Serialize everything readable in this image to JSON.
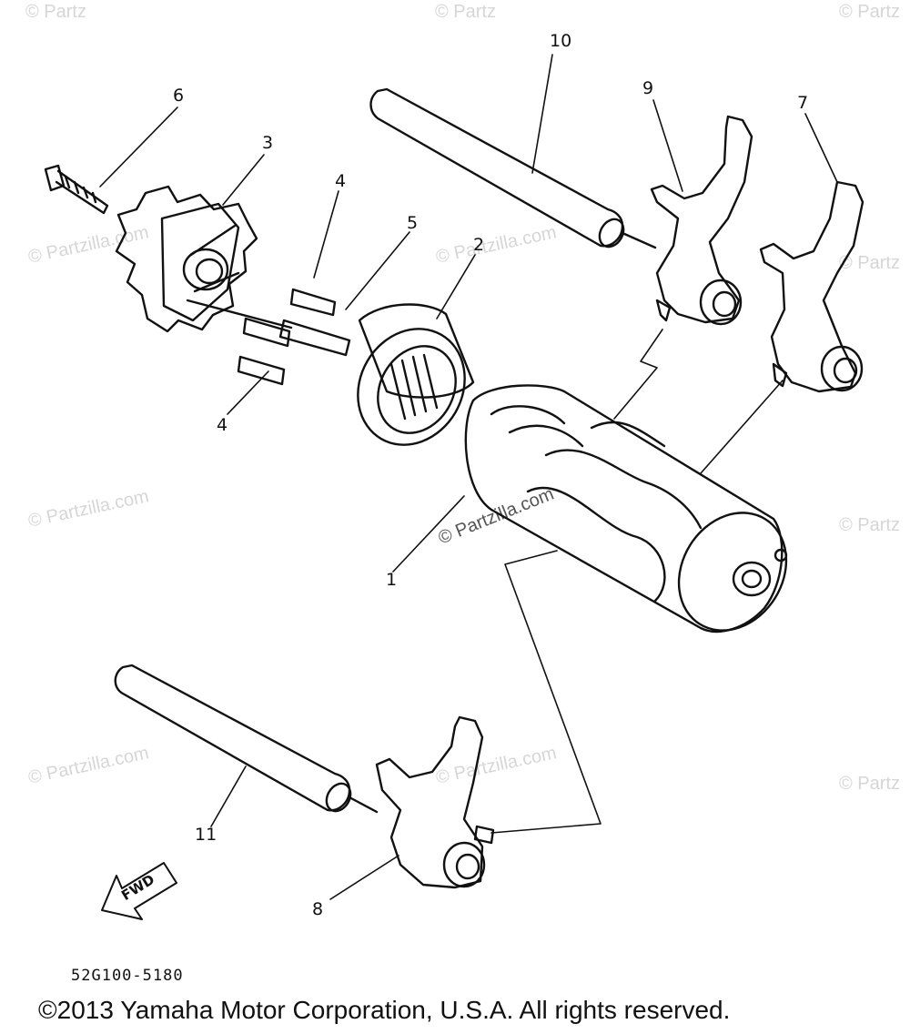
{
  "watermark": {
    "text": "© Partzilla.com",
    "text_short": "© Partz",
    "text_center": "© Partzilla.com"
  },
  "diagram": {
    "labels": {
      "l1": "1",
      "l2": "2",
      "l3": "3",
      "l4a": "4",
      "l4b": "4",
      "l5": "5",
      "l6": "6",
      "l7": "7",
      "l8": "8",
      "l9": "9",
      "l10": "10",
      "l11": "11"
    },
    "fwd": "FWD"
  },
  "footer": {
    "part_code": "52G100-5180",
    "copyright": "©2013 Yamaha Motor Corporation, U.S.A. All rights reserved."
  }
}
